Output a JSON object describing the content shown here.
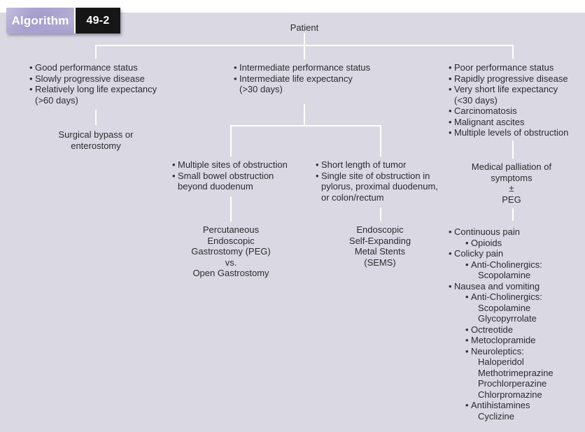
{
  "badge": {
    "label": "Algorithm",
    "number": "49-2"
  },
  "root_label": "Patient",
  "left_branch": {
    "criteria": [
      {
        "text": "Good performance status",
        "bullet": true,
        "level": 0
      },
      {
        "text": "Slowly progressive disease",
        "bullet": true,
        "level": 0
      },
      {
        "text": "Relatively long life expectancy",
        "bullet": true,
        "level": 0
      },
      {
        "text": "(>60 days)",
        "bullet": false,
        "level": 0
      }
    ],
    "outcome": "Surgical bypass or\nenterostomy"
  },
  "middle_branch": {
    "criteria": [
      {
        "text": "Intermediate performance status",
        "bullet": true,
        "level": 0
      },
      {
        "text": "Intermediate life expectancy",
        "bullet": true,
        "level": 0
      },
      {
        "text": "(>30 days)",
        "bullet": false,
        "level": 0
      }
    ],
    "sub_left": {
      "criteria": [
        {
          "text": "Multiple sites of obstruction",
          "bullet": true,
          "level": 0
        },
        {
          "text": "Small bowel obstruction",
          "bullet": true,
          "level": 0
        },
        {
          "text": "beyond duodenum",
          "bullet": false,
          "level": 0
        }
      ],
      "outcome": "Percutaneous\nEndoscopic\nGastrostomy (PEG)\nvs.\nOpen Gastrostomy"
    },
    "sub_right": {
      "criteria": [
        {
          "text": "Short length of tumor",
          "bullet": true,
          "level": 0
        },
        {
          "text": "Single site of obstruction in",
          "bullet": true,
          "level": 0
        },
        {
          "text": "pylorus, proximal duodenum,",
          "bullet": false,
          "level": 0
        },
        {
          "text": "or colon/rectum",
          "bullet": false,
          "level": 0
        }
      ],
      "outcome": "Endoscopic\nSelf-Expanding\nMetal Stents\n(SEMS)"
    }
  },
  "right_branch": {
    "criteria": [
      {
        "text": "Poor performance status",
        "bullet": true,
        "level": 0
      },
      {
        "text": "Rapidly progressive disease",
        "bullet": true,
        "level": 0
      },
      {
        "text": "Very short life expectancy",
        "bullet": true,
        "level": 0
      },
      {
        "text": "(<30 days)",
        "bullet": false,
        "level": 0
      },
      {
        "text": "Carcinomatosis",
        "bullet": true,
        "level": 0
      },
      {
        "text": "Malignant ascites",
        "bullet": true,
        "level": 0
      },
      {
        "text": "Multiple levels of obstruction",
        "bullet": true,
        "level": 0
      }
    ],
    "outcome": "Medical palliation of\nsymptoms\n±\nPEG",
    "treatments": [
      {
        "text": "Continuous pain",
        "bullet": true,
        "level": 0
      },
      {
        "text": "Opioids",
        "bullet": true,
        "level": 1
      },
      {
        "text": "Colicky pain",
        "bullet": true,
        "level": 0
      },
      {
        "text": "Anti-Cholinergics:",
        "bullet": true,
        "level": 1
      },
      {
        "text": "Scopolamine",
        "bullet": false,
        "level": 2
      },
      {
        "text": "Nausea and vomiting",
        "bullet": true,
        "level": 0
      },
      {
        "text": "Anti-Cholinergics:",
        "bullet": true,
        "level": 1
      },
      {
        "text": "Scopolamine",
        "bullet": false,
        "level": 2
      },
      {
        "text": "Glycopyrrolate",
        "bullet": false,
        "level": 2
      },
      {
        "text": "Octreotide",
        "bullet": true,
        "level": 1
      },
      {
        "text": "Metoclopramide",
        "bullet": true,
        "level": 1
      },
      {
        "text": "Neuroleptics:",
        "bullet": true,
        "level": 1
      },
      {
        "text": "Haloperidol",
        "bullet": false,
        "level": 2
      },
      {
        "text": "Methotrimeprazine",
        "bullet": false,
        "level": 2
      },
      {
        "text": "Prochlorperazine",
        "bullet": false,
        "level": 2
      },
      {
        "text": "Chlorpromazine",
        "bullet": false,
        "level": 2
      },
      {
        "text": "Antihistamines",
        "bullet": true,
        "level": 1
      },
      {
        "text": "Cyclizine",
        "bullet": false,
        "level": 2
      }
    ]
  },
  "colors": {
    "panel_bg": "#dad9e3",
    "connector": "#ffffff",
    "text": "#2b2a2e",
    "badge_purple": "#a49dca",
    "badge_black": "#161616"
  }
}
